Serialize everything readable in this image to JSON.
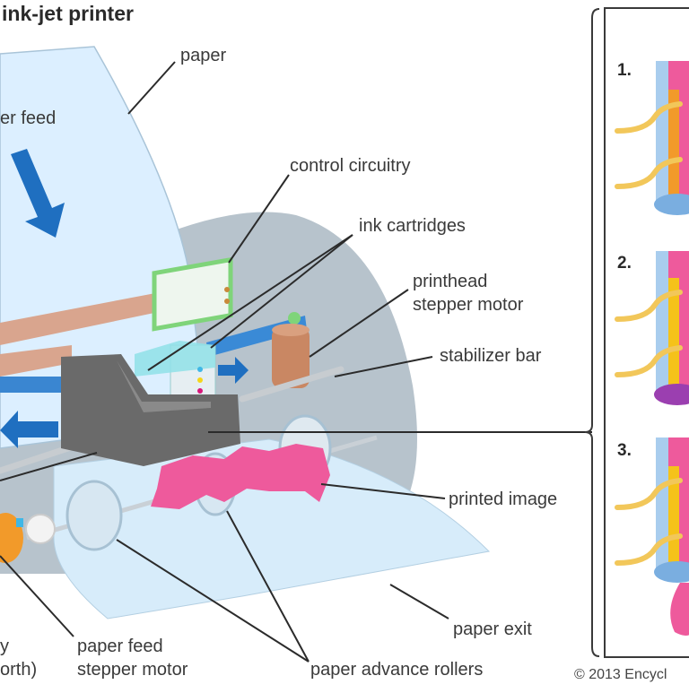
{
  "title": "ink-jet printer",
  "labels": {
    "paper": "paper",
    "paper_feed": "er feed",
    "control_circuitry": "control circuitry",
    "ink_cartridges": "ink cartridges",
    "printhead_stepper_motor_line1": "printhead",
    "printhead_stepper_motor_line2": "stepper motor",
    "stabilizer_bar": "stabilizer bar",
    "printed_image": "printed image",
    "paper_exit": "paper exit",
    "paper_feed_stepper_motor_line1": "paper feed",
    "paper_feed_stepper_motor_line2": "stepper motor",
    "paper_advance_rollers": "paper advance rollers",
    "cut_left_line1": "y",
    "cut_left_line2": "orth)"
  },
  "inset": {
    "steps": [
      "1.",
      "2.",
      "3."
    ]
  },
  "copyright": "© 2013 Encycl",
  "colors": {
    "paper": "#dcefff",
    "paper_edge": "#a9c4d8",
    "housing": "#b7c3cc",
    "arrow_blue": "#1f6fc0",
    "carriage": "#6a6a6a",
    "ink_pink": "#ee5a9c",
    "ribbon": "#d9a58e",
    "motor_copper": "#c98763",
    "circuit_green": "#7fd47a",
    "ink_cyan": "#3fb7e6",
    "ink_yellow": "#f5d51a",
    "ink_magenta": "#d8167a",
    "heater_orange": "#f29a2a",
    "wire_gold": "#f2c75a",
    "tube_blue": "#a9cdee"
  }
}
